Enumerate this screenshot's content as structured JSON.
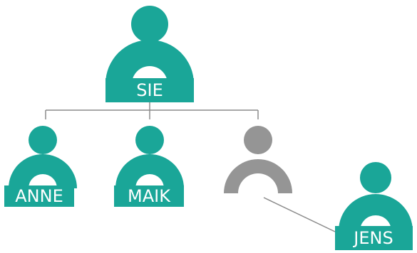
{
  "colors": {
    "primary": "#1aa698",
    "inactive": "#959595",
    "connector": "#8a8a8a",
    "label_text": "#ffffff"
  },
  "people": {
    "leader": {
      "label": "SIE",
      "icon": "person-icon"
    },
    "members": [
      {
        "label": "ANNE",
        "icon": "person-icon"
      },
      {
        "label": "MAIK",
        "icon": "person-icon"
      },
      {
        "label": "",
        "icon": "person-icon",
        "state": "inactive"
      }
    ],
    "external": {
      "label": "JENS",
      "icon": "person-icon"
    }
  }
}
